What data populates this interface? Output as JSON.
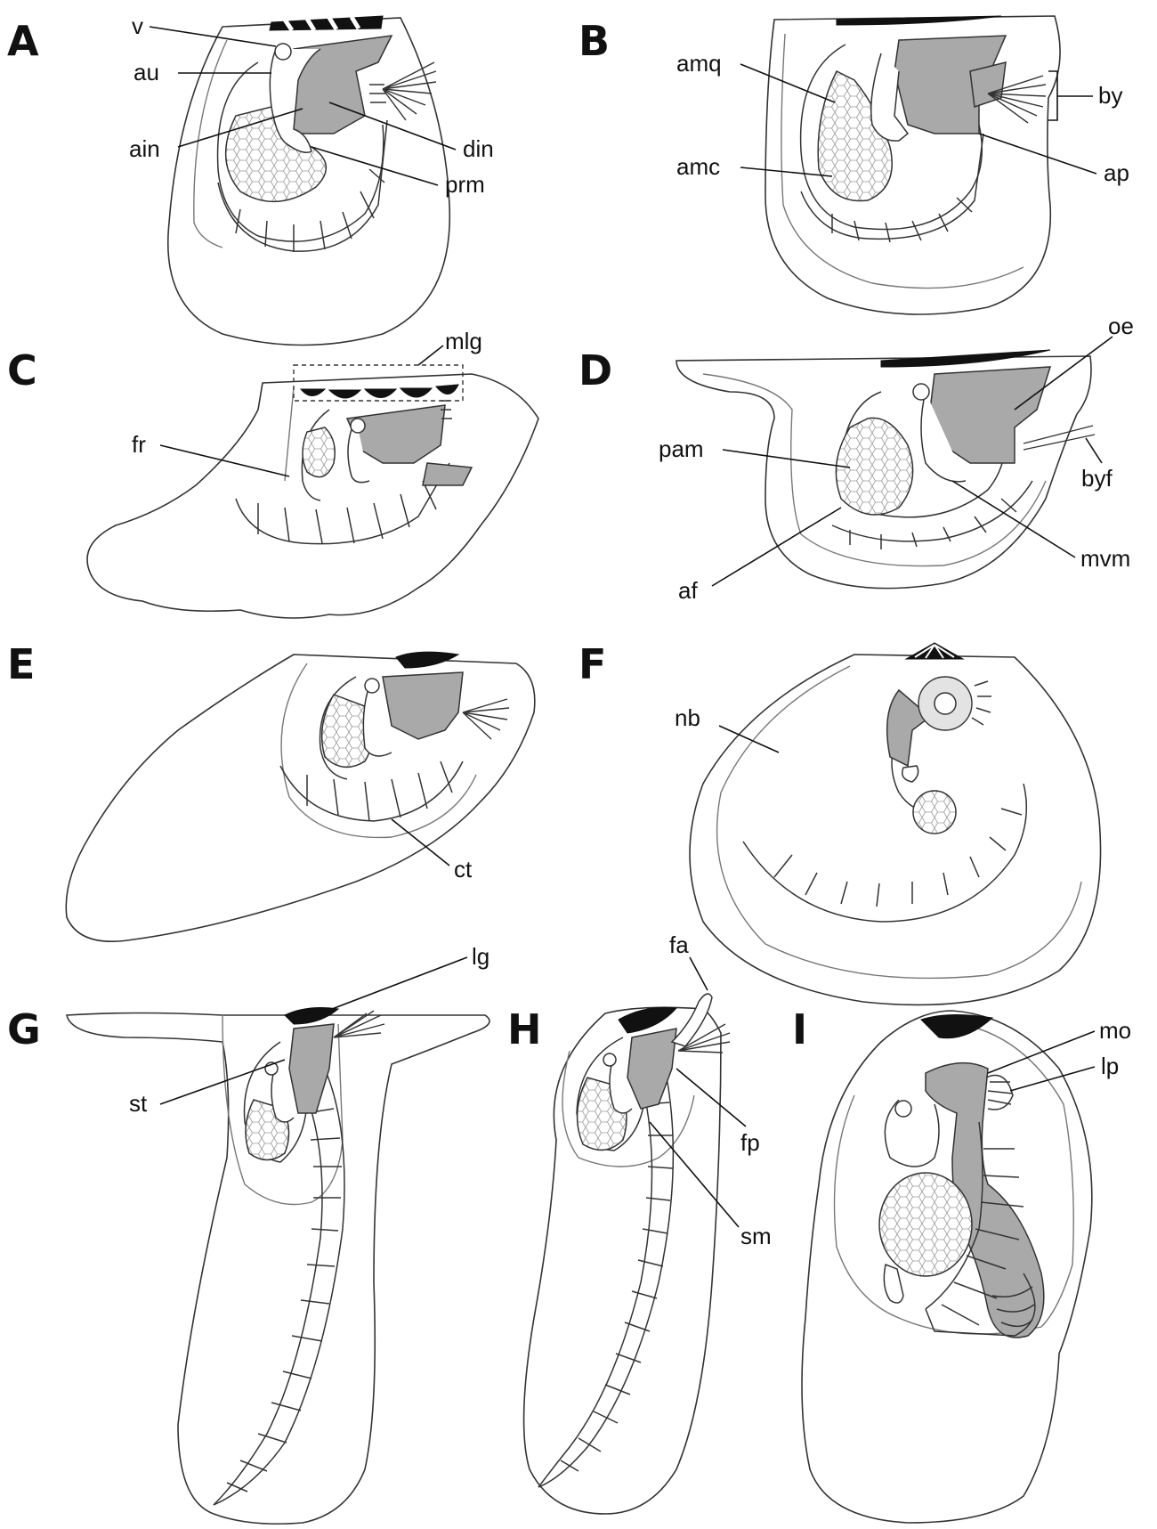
{
  "panels": [
    {
      "id": "A",
      "letter": "A",
      "labels": [
        "v",
        "au",
        "ain",
        "din",
        "prm"
      ]
    },
    {
      "id": "B",
      "letter": "B",
      "labels": [
        "amq",
        "amc",
        "by",
        "ap"
      ]
    },
    {
      "id": "C",
      "letter": "C",
      "labels": [
        "mlg",
        "fr"
      ]
    },
    {
      "id": "D",
      "letter": "D",
      "labels": [
        "oe",
        "pam",
        "byf",
        "mvm",
        "af"
      ]
    },
    {
      "id": "E",
      "letter": "E",
      "labels": [
        "ct"
      ]
    },
    {
      "id": "F",
      "letter": "F",
      "labels": [
        "nb"
      ]
    },
    {
      "id": "G",
      "letter": "G",
      "labels": [
        "lg",
        "st"
      ]
    },
    {
      "id": "H",
      "letter": "H",
      "labels": [
        "fa",
        "fp",
        "sm"
      ]
    },
    {
      "id": "I",
      "letter": "I",
      "labels": [
        "mo",
        "lp"
      ]
    }
  ],
  "colors": {
    "organ_fill": "#a9a9a9",
    "outline": "#333333",
    "ligament": "#111111",
    "background": "#ffffff"
  }
}
